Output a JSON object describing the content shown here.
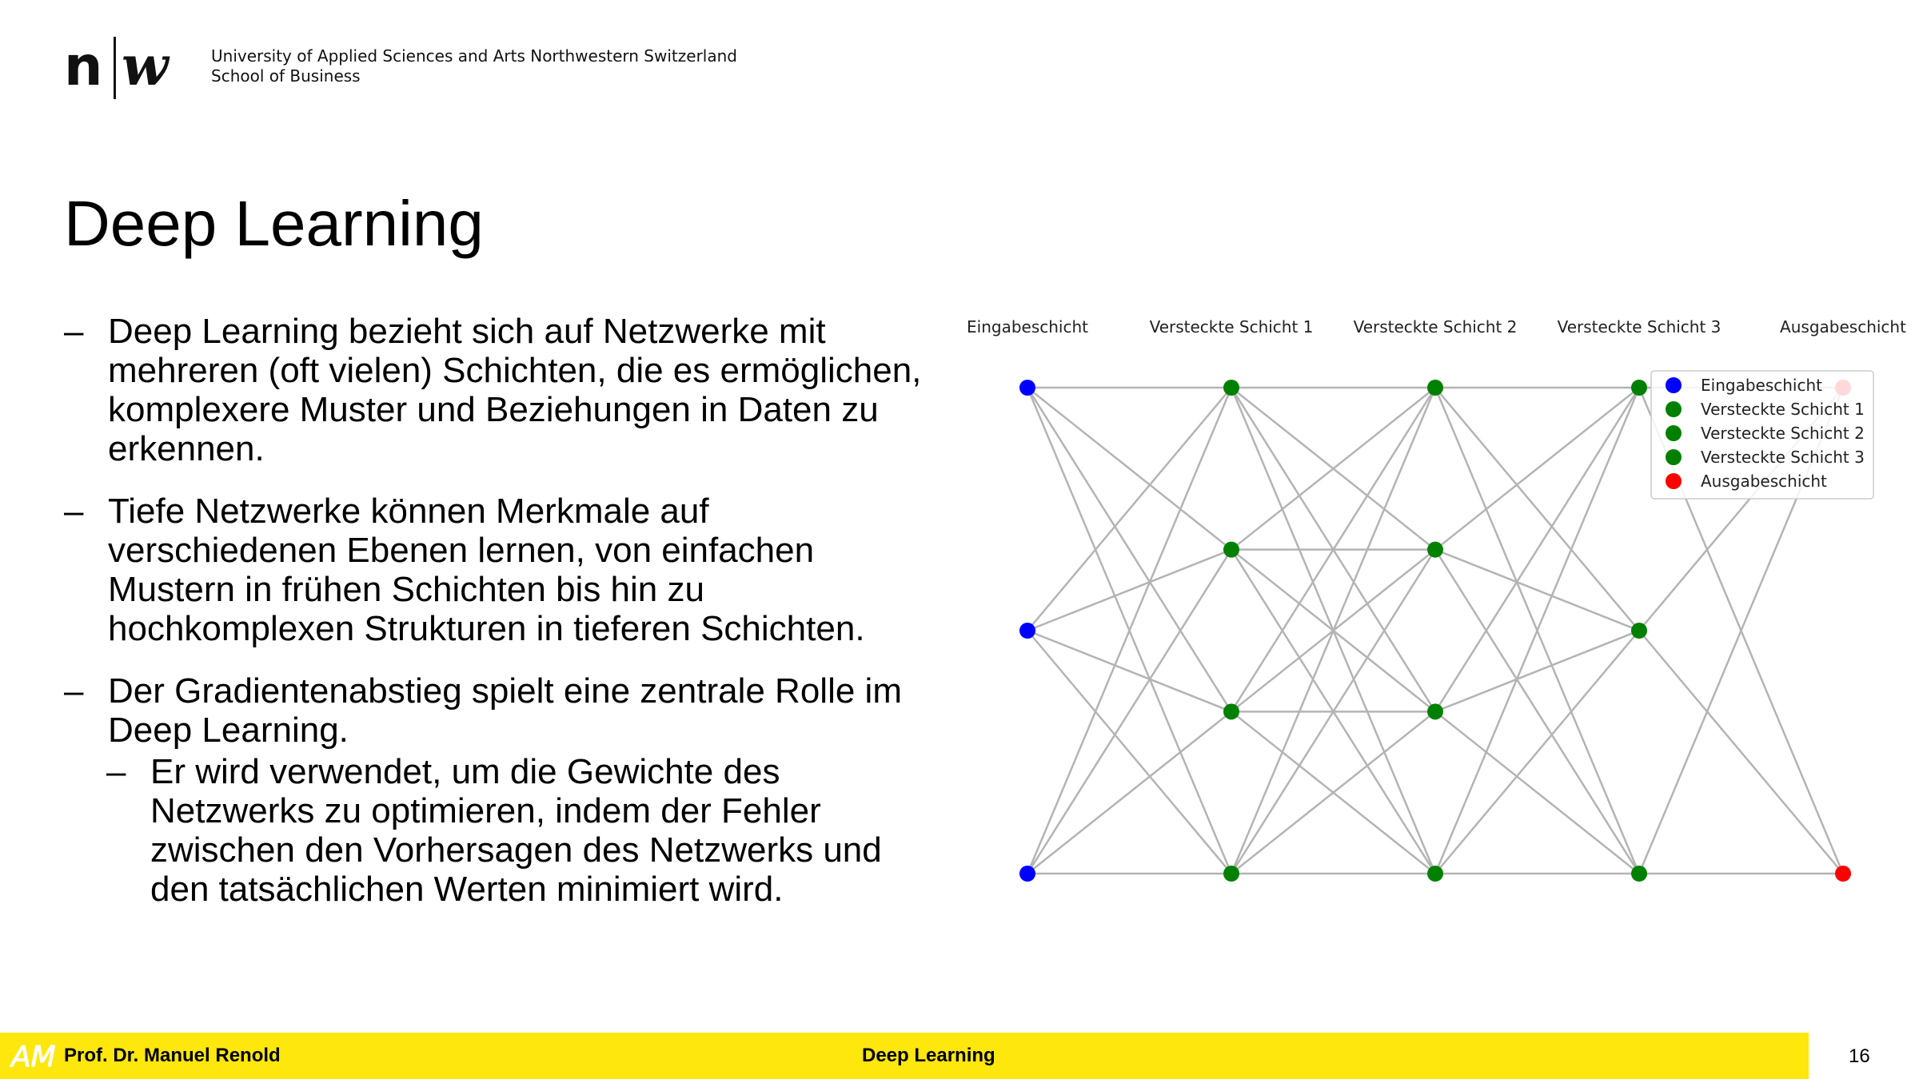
{
  "header": {
    "logo_text": "n|w",
    "institution_line1": "University of Applied Sciences and Arts Northwestern Switzerland",
    "institution_line2": "School of Business"
  },
  "slide": {
    "title": "Deep Learning",
    "bullets": [
      {
        "level": 1,
        "text": "Deep Learning bezieht sich auf Netzwerke mit mehreren (oft vielen) Schichten, die es ermöglichen, komplexere Muster und Beziehungen in Daten zu erkennen."
      },
      {
        "level": 1,
        "text": "Tiefe Netzwerke können Merkmale auf verschiedenen Ebenen lernen, von einfachen Mustern in frühen Schichten bis hin zu hochkomplexen Strukturen in tieferen Schichten."
      },
      {
        "level": 1,
        "text": "Der Gradientenabstieg spielt eine zentrale Rolle im Deep Learning."
      },
      {
        "level": 2,
        "text": "Er wird verwendet, um die Gewichte des Netzwerks zu optimieren, indem der Fehler zwischen den Vorhersagen des Netzwerks und den tatsächlichen Werten minimiert wird."
      }
    ],
    "bullet_marker": "–"
  },
  "diagram": {
    "layers": [
      {
        "label": "Eingabeschicht",
        "nodes": 3,
        "color": "#0000ff"
      },
      {
        "label": "Versteckte Schicht 1",
        "nodes": 4,
        "color": "#008000"
      },
      {
        "label": "Versteckte Schicht 2",
        "nodes": 4,
        "color": "#008000"
      },
      {
        "label": "Versteckte Schicht 3",
        "nodes": 3,
        "color": "#008000"
      },
      {
        "label": "Ausgabeschicht",
        "nodes": 2,
        "color": "#ff0000"
      }
    ],
    "edge_color": "#b4b4b4",
    "legend": [
      {
        "label": "Eingabeschicht",
        "color": "#0000ff"
      },
      {
        "label": "Versteckte Schicht 1",
        "color": "#008000"
      },
      {
        "label": "Versteckte Schicht 2",
        "color": "#008000"
      },
      {
        "label": "Versteckte Schicht 3",
        "color": "#008000"
      },
      {
        "label": "Ausgabeschicht",
        "color": "#ff0000"
      }
    ]
  },
  "footer": {
    "monogram": "AM",
    "author": "Prof. Dr. Manuel Renold",
    "topic": "Deep Learning",
    "page_number": "16",
    "bar_color": "#fde70c"
  }
}
